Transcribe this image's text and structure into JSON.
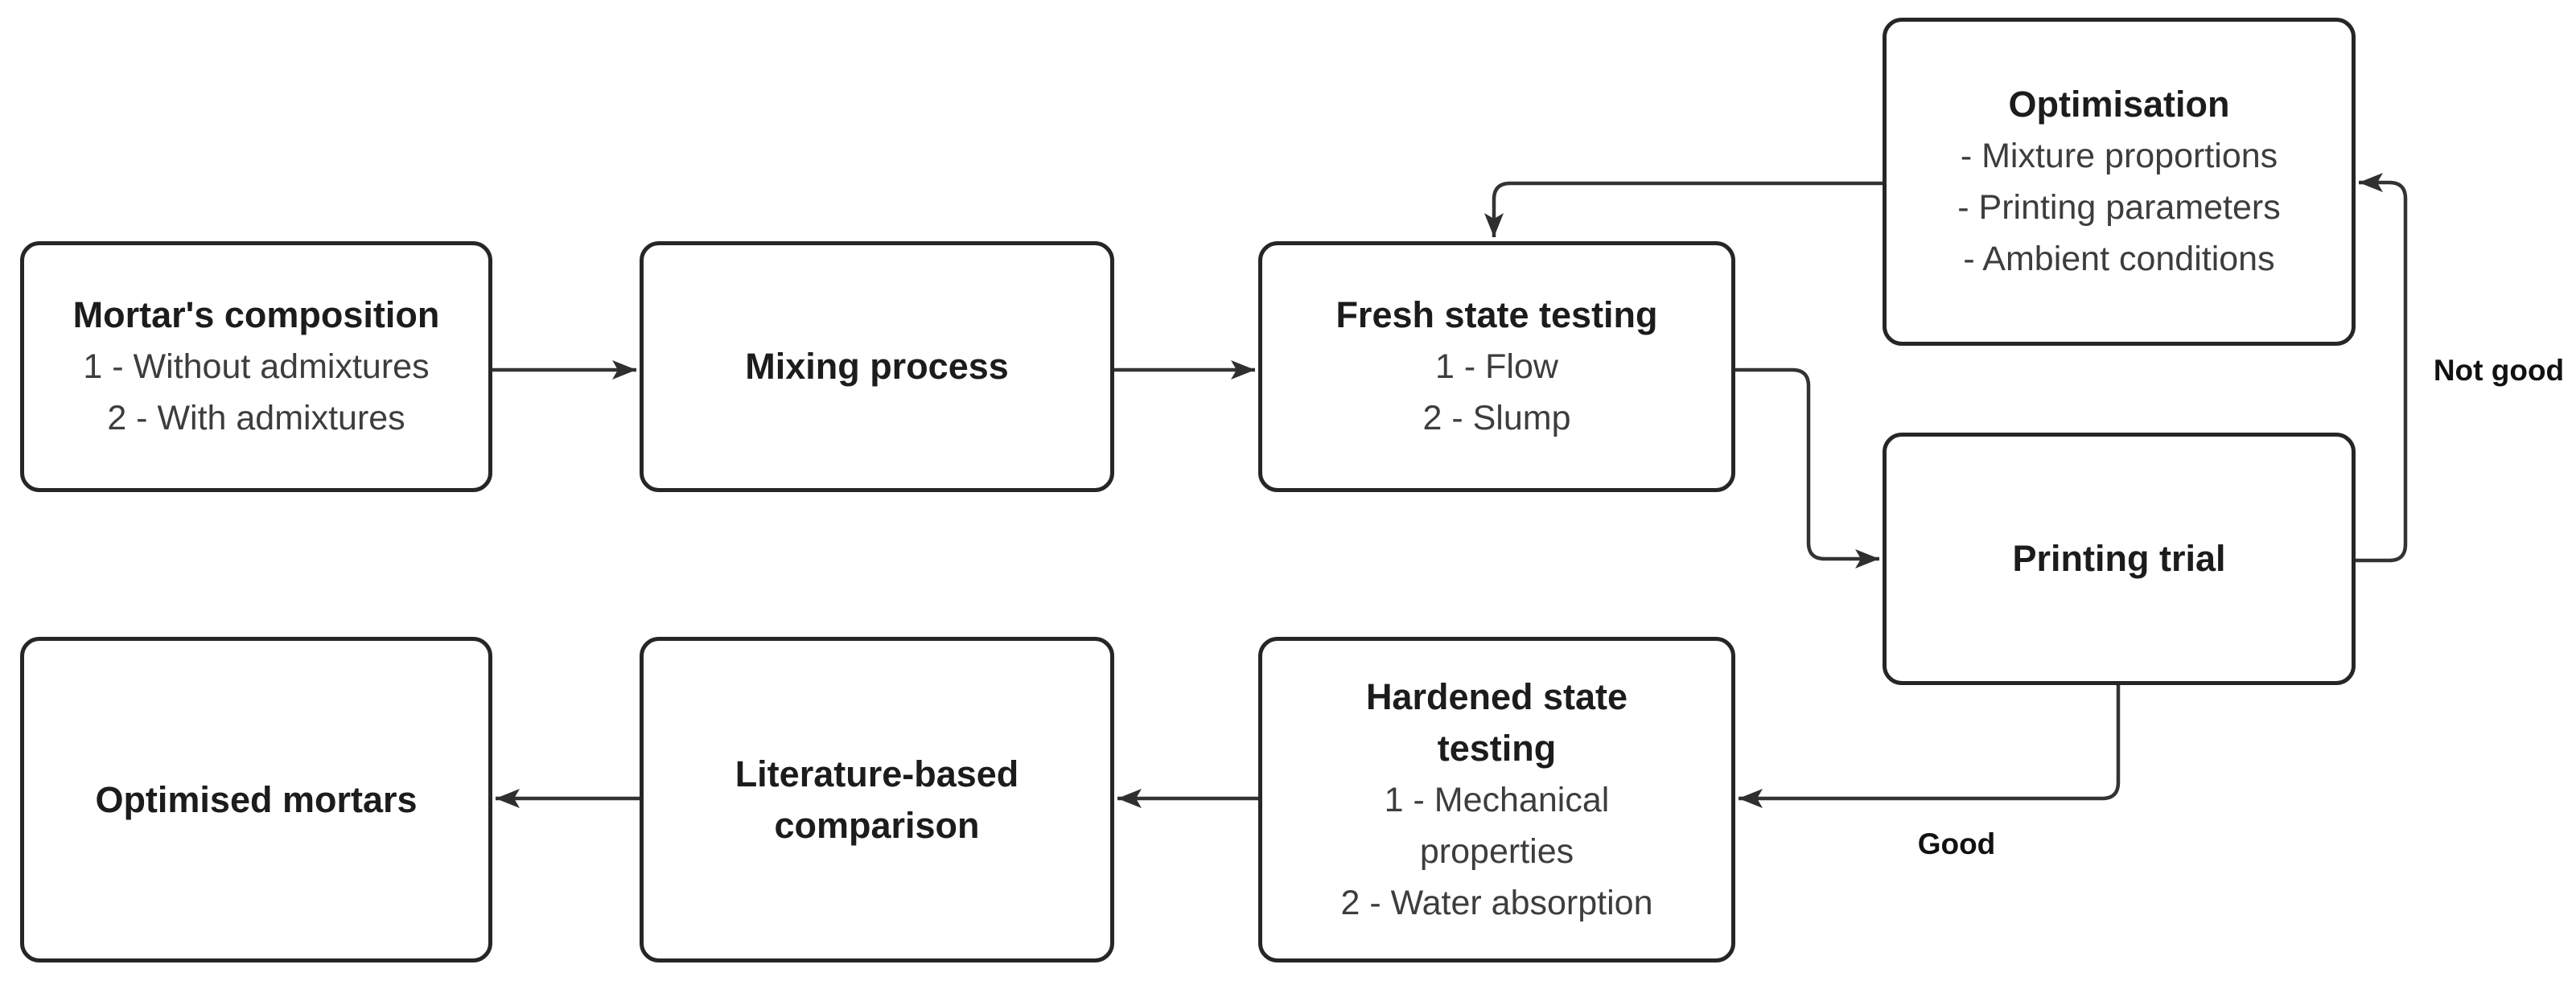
{
  "boxes": {
    "mortars_composition": {
      "title": "Mortar's composition",
      "details": [
        "1 - Without admixtures",
        "2 - With admixtures"
      ]
    },
    "mixing_process": {
      "title": "Mixing process",
      "details": []
    },
    "fresh_state_testing": {
      "title": "Fresh state testing",
      "details": [
        "1 - Flow",
        "2 - Slump"
      ]
    },
    "optimisation": {
      "title": "Optimisation",
      "details": [
        "- Mixture proportions",
        "- Printing parameters",
        "- Ambient conditions"
      ]
    },
    "printing_trial": {
      "title": "Printing trial",
      "details": []
    },
    "hardened_state_testing": {
      "title": "Hardened state testing",
      "details": [
        "1 - Mechanical properties",
        "2 - Water absorption"
      ]
    },
    "literature_based_comparison": {
      "title": "Literature-based comparison",
      "details": []
    },
    "optimised_mortars": {
      "title": "Optimised mortars",
      "details": []
    }
  },
  "edge_labels": {
    "not_good": "Not good",
    "good": "Good"
  },
  "colors": {
    "background": "#ffffff",
    "box_fill": "#ffffff",
    "box_border": "#262626",
    "title_text": "#1c1c1c",
    "detail_text": "#3d3d3d",
    "edge_line": "#333333",
    "arrowhead": "#2f2f2f",
    "edge_label_text": "#111111"
  }
}
